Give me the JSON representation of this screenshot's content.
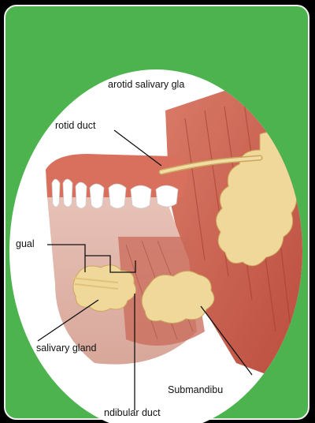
{
  "labels": {
    "parotid_gland": "arotid salivary gla",
    "parotid_duct": "rotid duct",
    "sublingual": "gual",
    "sub_salivary_gland": "salivary gland",
    "submandibular": "Submandibu",
    "submandibular_duct": "ndibular duct"
  },
  "colors": {
    "card": "#4db34f",
    "border": "#f2f2f2",
    "oval": "#ffffff",
    "muscle": "#c85a4a",
    "gland": "#f0d79a",
    "gum": "#d9705e"
  }
}
